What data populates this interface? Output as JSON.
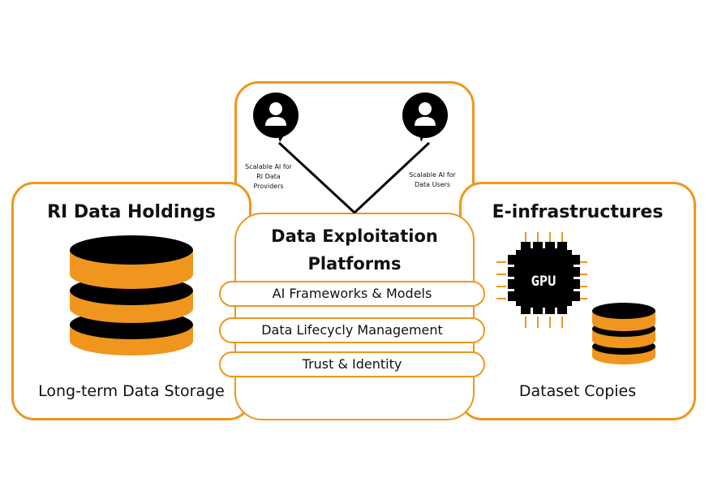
{
  "colors": {
    "accent": "#F0961E",
    "ink": "#000000",
    "background": "#FFFFFF"
  },
  "left_panel": {
    "title": "RI Data Holdings",
    "icon": "database-icon",
    "caption": "Long-term Data Storage"
  },
  "right_panel": {
    "title": "E-infrastructures",
    "icons": [
      "gpu-chip-icon",
      "database-icon"
    ],
    "chip_label": "GPU",
    "caption": "Dataset Copies"
  },
  "center_panel": {
    "title_line1": "Data Exploitation",
    "title_line2": "Platforms",
    "layers": [
      {
        "label": "AI Frameworks & Models"
      },
      {
        "label": "Data Lifecycly Management"
      },
      {
        "label": "Trust & Identity"
      }
    ]
  },
  "top_panel": {
    "users": [
      {
        "icon": "user-icon",
        "label_line1": "Scalable AI for",
        "label_line2": "RI Data",
        "label_line3": "Providers"
      },
      {
        "icon": "user-icon",
        "label_line1": "Scalable AI for",
        "label_line2": "Data Users"
      }
    ]
  }
}
